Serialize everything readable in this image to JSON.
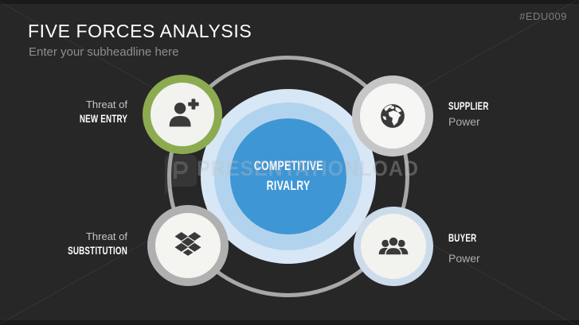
{
  "header": {
    "title": "FIVE FORCES ANALYSIS",
    "subtitle": "Enter your subheadline here",
    "slide_code": "#EDU009"
  },
  "center": {
    "line1": "COMPETITIVE",
    "line2": "RIVALRY"
  },
  "forces": [
    {
      "prefix": "Threat of",
      "name": "NEW ENTRY",
      "icon": "user-plus-icon",
      "ring_color": "#8cab50"
    },
    {
      "name": "SUPPLIER",
      "suffix": "Power",
      "icon": "globe-icon",
      "ring_color": "#c6c6c6"
    },
    {
      "prefix": "Threat of",
      "name": "SUBSTITUTION",
      "icon": "open-box-icon",
      "ring_color": "#b0b0b0"
    },
    {
      "name": "BUYER",
      "suffix": "Power",
      "icon": "people-group-icon",
      "ring_color": "#cddceb"
    }
  ],
  "watermark": {
    "text": "PRESENTATIONLOAD",
    "logo": "presentationload-logo"
  },
  "colors": {
    "background": "#272727",
    "center_blue": "#3e96d5",
    "center_mid_ring": "#b2d3ee",
    "center_outer_ring": "#d8e7f5",
    "accent_green": "#8cab50",
    "gray_ring": "#b0b0b0",
    "buyer_ring": "#cddceb",
    "orbit_ring": "#a8a8a8",
    "icon_dark": "#3a3a3a"
  }
}
